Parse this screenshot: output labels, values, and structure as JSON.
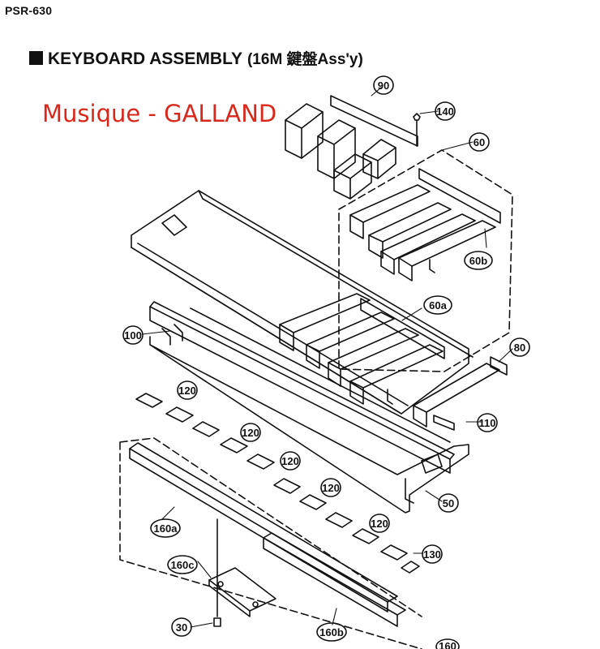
{
  "header": {
    "model": "PSR-630"
  },
  "title": {
    "main": "KEYBOARD ASSEMBLY",
    "sub": "(16M 鍵盤Ass'y)"
  },
  "watermark": {
    "text": "Musique - GALLAND",
    "color": "#d8281c"
  },
  "callouts": [
    {
      "id": "c90",
      "label": "90"
    },
    {
      "id": "c140",
      "label": "140"
    },
    {
      "id": "c60",
      "label": "60"
    },
    {
      "id": "c60b",
      "label": "60b"
    },
    {
      "id": "c60a",
      "label": "60a"
    },
    {
      "id": "c100",
      "label": "100"
    },
    {
      "id": "c80",
      "label": "80"
    },
    {
      "id": "c120a",
      "label": "120"
    },
    {
      "id": "c120b",
      "label": "120"
    },
    {
      "id": "c120c",
      "label": "120"
    },
    {
      "id": "c120d",
      "label": "120"
    },
    {
      "id": "c120e",
      "label": "120"
    },
    {
      "id": "c110",
      "label": "110"
    },
    {
      "id": "c50",
      "label": "50"
    },
    {
      "id": "c160a",
      "label": "160a"
    },
    {
      "id": "c160c",
      "label": "160c"
    },
    {
      "id": "c130",
      "label": "130"
    },
    {
      "id": "c30",
      "label": "30"
    },
    {
      "id": "c160b",
      "label": "160b"
    },
    {
      "id": "c160",
      "label": "160"
    }
  ]
}
